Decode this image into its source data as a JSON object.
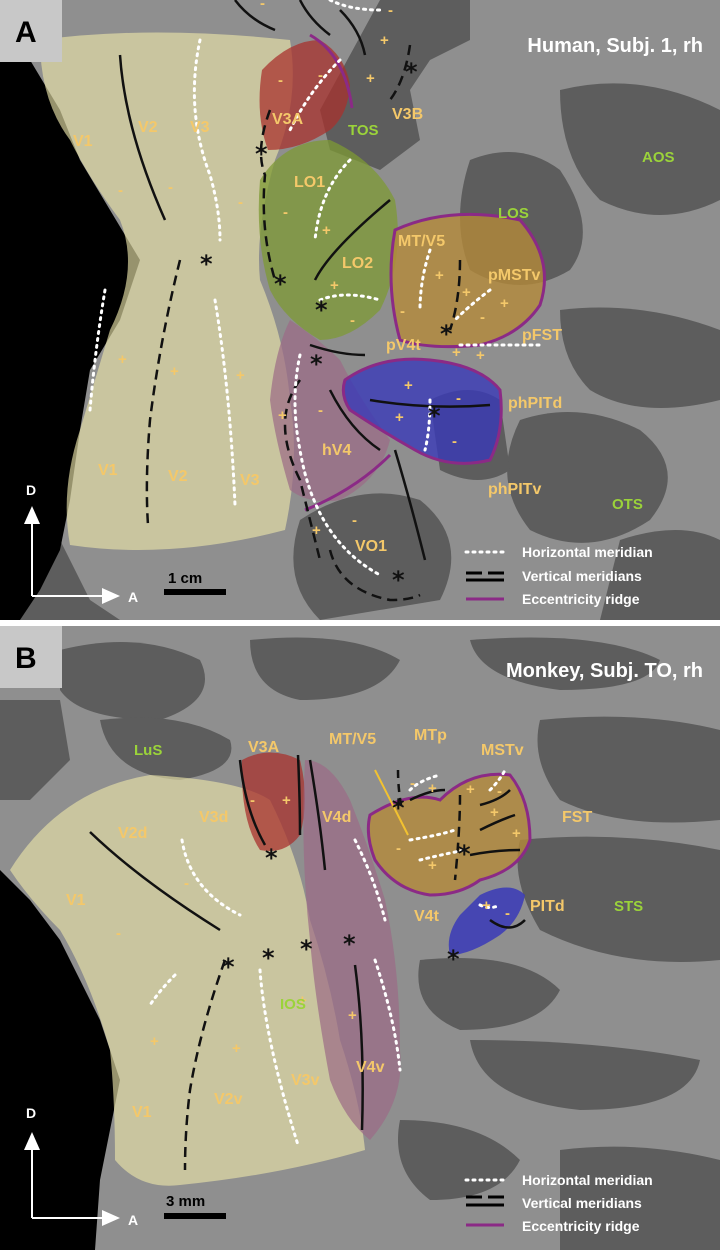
{
  "colors": {
    "background_gray": "#8f8f8f",
    "dark_gray": "#5d5d5d",
    "region_yellow": "#e8e2a8",
    "region_red": "#a8322e",
    "region_green": "#7d9a34",
    "region_mauve": "#9b6a86",
    "region_orange": "#b48a3a",
    "region_blue": "#3a3ab8",
    "label_orange": "#f4c86a",
    "label_green": "#9bd33a",
    "ridge_purple": "#8b2a86"
  },
  "panelA": {
    "letter": "A",
    "title": "Human, Subj. 1, rh",
    "regions": [
      "V1",
      "V2",
      "V3",
      "V3A",
      "V3B",
      "LO1",
      "LO2",
      "MT/V5",
      "pMSTv",
      "pFST",
      "pV4t",
      "phPITd",
      "phPITv",
      "hV4",
      "VO1",
      "V1",
      "V2",
      "V3"
    ],
    "sulci": [
      "TOS",
      "AOS",
      "LOS",
      "OTS"
    ],
    "scale": "1 cm",
    "axis_d": "D",
    "axis_a": "A",
    "legend": [
      "Horizontal meridian",
      "Vertical meridians",
      "Eccentricity ridge"
    ]
  },
  "panelB": {
    "letter": "B",
    "title": "Monkey, Subj.  TO, rh",
    "regions": [
      "V3A",
      "MT/V5",
      "MTp",
      "MSTv",
      "V2d",
      "V3d",
      "V4d",
      "FST",
      "V1",
      "V4t",
      "PITd",
      "IOS",
      "V1",
      "V2v",
      "V3v",
      "V4v"
    ],
    "sulci": [
      "LuS",
      "STS"
    ],
    "scale": "3 mm",
    "axis_d": "D",
    "axis_a": "A",
    "legend": [
      "Horizontal meridian",
      "Vertical meridians",
      "Eccentricity ridge"
    ]
  }
}
